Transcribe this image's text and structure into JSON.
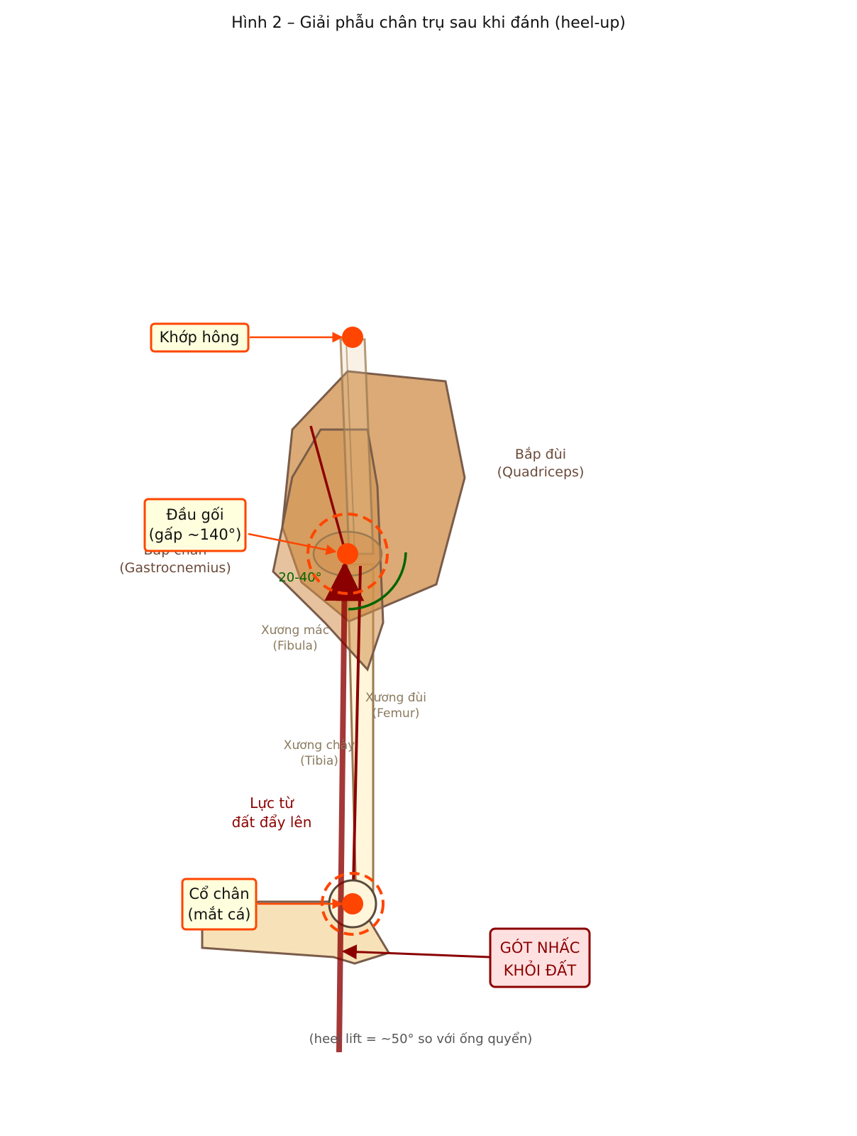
{
  "title": "Hình 2 – Giải phẫu chân trụ sau khi đánh (heel-up)",
  "labels": {
    "hip": "Khớp hông",
    "knee_line1": "Đầu gối",
    "knee_line2": "(gấp ~140°)",
    "ankle_line1": "Cổ chân",
    "ankle_line2": "(mắt cá)",
    "heel_line1": "GÓT NHẤC",
    "heel_line2": "KHỎI ĐẤT",
    "quad_line1": "Bắp đùi",
    "quad_line2": "(Quadriceps)",
    "calf_line1": "Bắp chân",
    "calf_line2": "(Gastrocnemius)",
    "fibula_line1": "Xương mác",
    "fibula_line2": "(Fibula)",
    "femur_line1": "Xương đùi",
    "femur_line2": "(Femur)",
    "tibia_line1": "Xương chày",
    "tibia_line2": "(Tibia)",
    "force_line1": "Lực từ",
    "force_line2": "đất đẩy lên",
    "angle": "20-40°",
    "footnote": "(heel lift = ~50° so với ống quyển)"
  },
  "colors": {
    "joint": "#ff4500",
    "callout_border": "#ff4500",
    "callout_fill": "#ffffdd",
    "heel_border": "#8b0000",
    "heel_fill": "#ffe0e0",
    "muscle": "#d2924f",
    "muscle_edge": "#7a5c4a",
    "bone": "#fff6dc",
    "bone_edge": "#9a7a50",
    "foot": "#f7e1b8",
    "force": "#8b0000",
    "angle_arc": "#006400",
    "muscle_text": "#6b4a3a",
    "bone_text": "#8a7a60"
  }
}
